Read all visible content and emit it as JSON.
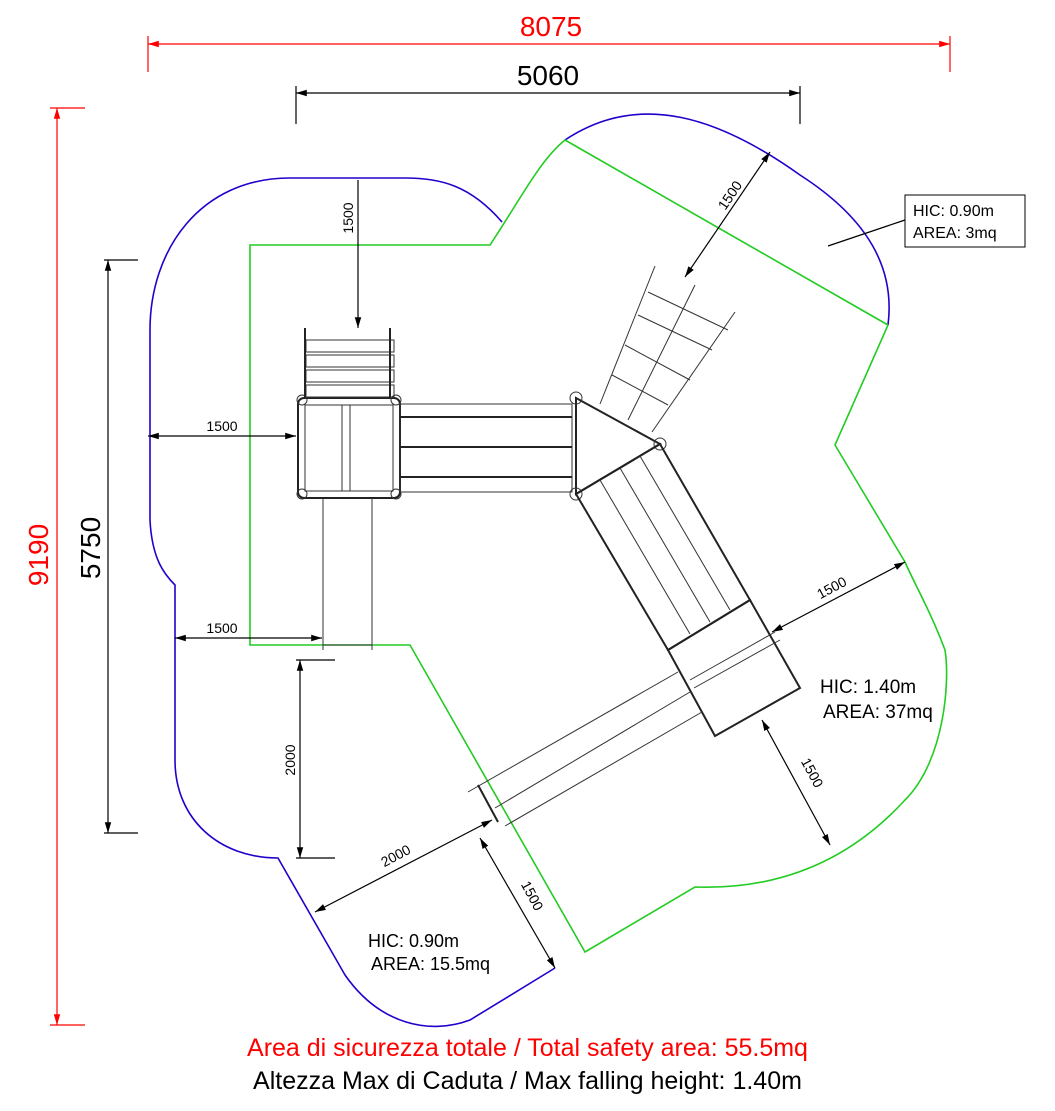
{
  "dimensions": {
    "overall_width": "8075",
    "equipment_width": "5060",
    "overall_height": "9190",
    "equipment_height": "5750",
    "clearance_top": "1500",
    "clearance_left": "1500",
    "clearance_left_lower": "1500",
    "clearance_slide_vertical": "2000",
    "clearance_slide_diag": "2000",
    "clearance_slide_side": "1500",
    "clearance_top_right": "1500",
    "clearance_right": "1500",
    "clearance_bottom_right": "1500"
  },
  "zones": [
    {
      "hic": "HIC: 0.90m",
      "area": "AREA: 3mq"
    },
    {
      "hic": "HIC: 1.40m",
      "area": "AREA: 37mq"
    },
    {
      "hic": "HIC: 0.90m",
      "area": "AREA: 15.5mq"
    }
  ],
  "footer": {
    "total_area": "Area di sicurezza totale / Total safety area: 55.5mq",
    "max_height": "Altezza Max di Caduta / Max falling height: 1.40m"
  },
  "colors": {
    "dimension_red": "#ff0000",
    "boundary_blue": "#2200cc",
    "boundary_green": "#22cc22"
  }
}
